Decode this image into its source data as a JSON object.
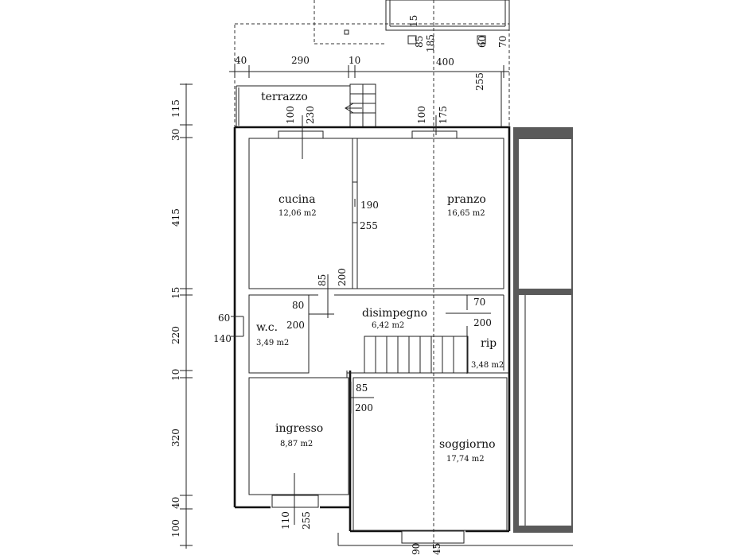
{
  "rooms": {
    "terrazzo": {
      "name": "terrazzo"
    },
    "cucina": {
      "name": "cucina",
      "area": "12,06 m2"
    },
    "pranzo": {
      "name": "pranzo",
      "area": "16,65 m2"
    },
    "disimpegno": {
      "name": "disimpegno",
      "area": "6,42 m2"
    },
    "wc": {
      "name": "w.c.",
      "area": "3,49 m2"
    },
    "rip": {
      "name": "rip",
      "area": "3,48 m2"
    },
    "ingresso": {
      "name": "ingresso",
      "area": "8,87 m2"
    },
    "soggiorno": {
      "name": "soggiorno",
      "area": "17,74 m2"
    }
  },
  "dims": {
    "top_40": "40",
    "top_290": "290",
    "top_10": "10",
    "top_400": "400",
    "v_255_right": "255",
    "top_15": "15",
    "top_85": "85",
    "top_185": "185",
    "top_60": "60",
    "top_70": "70",
    "left_115": "115",
    "left_30": "30",
    "left_415": "415",
    "left_15": "15",
    "left_220": "220",
    "left_10": "10",
    "left_320": "320",
    "left_40": "40",
    "left_100": "100",
    "cucina_w_100": "100",
    "cucina_h_230": "230",
    "pranzo_w_100": "100",
    "pranzo_h_175": "175",
    "door_190": "190",
    "door_255": "255",
    "door_85": "85",
    "door_200": "200",
    "wc_60": "60",
    "wc_140": "140",
    "wc_80": "80",
    "wc_200": "200",
    "rip_70": "70",
    "rip_200": "200",
    "sogg_85": "85",
    "sogg_200": "200",
    "ing_110": "110",
    "ing_255": "255",
    "bottom_90": "90",
    "bottom_45": "45"
  }
}
